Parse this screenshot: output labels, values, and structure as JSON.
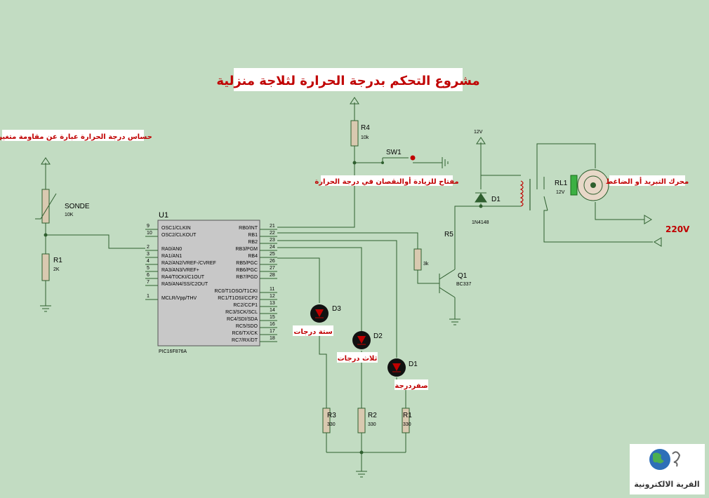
{
  "title": "مشروع التحكم بدرجة الحرارة لثلاجة منزلية",
  "labels": {
    "sensor": "حساس درجة الحرارة عبارة عن مقاومة متغيرة",
    "switch": "مفتاح للزيادة أوالنقصان في درجة الحرارة",
    "motor": "محرك التبريد أو الضاغط",
    "led3": "ستة درجات",
    "led2": "ثلاث درجات",
    "led1": "صفردرجة",
    "mains": "220V"
  },
  "components": {
    "r4_name": "R4",
    "r4_value": "10k",
    "sw1": "SW1",
    "sonde_name": "SONDE",
    "sonde_value": "10K",
    "r1_name": "R1",
    "r1_value": "2K",
    "u1_name": "U1",
    "u1_part": "PIC16F876A",
    "vcc_relay": "12V",
    "d1_name": "D1",
    "d1_part": "1N4148",
    "r5_name": "R5",
    "r5_value": "3k",
    "q1_name": "Q1",
    "q1_part": "BC337",
    "rl1_name": "RL1",
    "rl1_value": "12V",
    "led_d3": "D3",
    "led_d2": "D2",
    "led_d1": "D1",
    "r3b_name": "R3",
    "r3b_value": "330",
    "r2b_name": "R2",
    "r2b_value": "330",
    "r1b_name": "R1",
    "r1b_value": "330"
  },
  "pins_left": [
    {
      "num": "9",
      "name": "OSC1/CLKIN"
    },
    {
      "num": "10",
      "name": "OSC2/CLKOUT"
    },
    {
      "num": "2",
      "name": "RA0/AN0"
    },
    {
      "num": "3",
      "name": "RA1/AN1"
    },
    {
      "num": "4",
      "name": "RA2/AN2/VREF-/CVREF"
    },
    {
      "num": "5",
      "name": "RA3/AN3/VREF+"
    },
    {
      "num": "6",
      "name": "RA4/T0CKI/C1OUT"
    },
    {
      "num": "7",
      "name": "RA5/AN4/SS/C2OUT"
    },
    {
      "num": "1",
      "name": "MCLR/Vpp/THV"
    }
  ],
  "pins_right": [
    {
      "num": "21",
      "name": "RB0/INT"
    },
    {
      "num": "22",
      "name": "RB1"
    },
    {
      "num": "23",
      "name": "RB2"
    },
    {
      "num": "24",
      "name": "RB3/PGM"
    },
    {
      "num": "25",
      "name": "RB4"
    },
    {
      "num": "26",
      "name": "RB5/PGC"
    },
    {
      "num": "27",
      "name": "RB6/PGC"
    },
    {
      "num": "28",
      "name": "RB7/PGD"
    },
    {
      "num": "11",
      "name": "RC0/T1OSO/T1CKI"
    },
    {
      "num": "12",
      "name": "RC1/T1OSI/CCP2"
    },
    {
      "num": "13",
      "name": "RC2/CCP1"
    },
    {
      "num": "14",
      "name": "RC3/SCK/SCL"
    },
    {
      "num": "15",
      "name": "RC4/SDI/SDA"
    },
    {
      "num": "16",
      "name": "RC5/SDO"
    },
    {
      "num": "17",
      "name": "RC6/TX/CK"
    },
    {
      "num": "18",
      "name": "RC7/RX/DT"
    }
  ],
  "logo": {
    "text": "القرية الالكترونية"
  },
  "colors": {
    "background": "#c2dcc2",
    "wire": "#2f5f2f",
    "label_red": "#c00000",
    "chip": "#c8c8c8"
  }
}
